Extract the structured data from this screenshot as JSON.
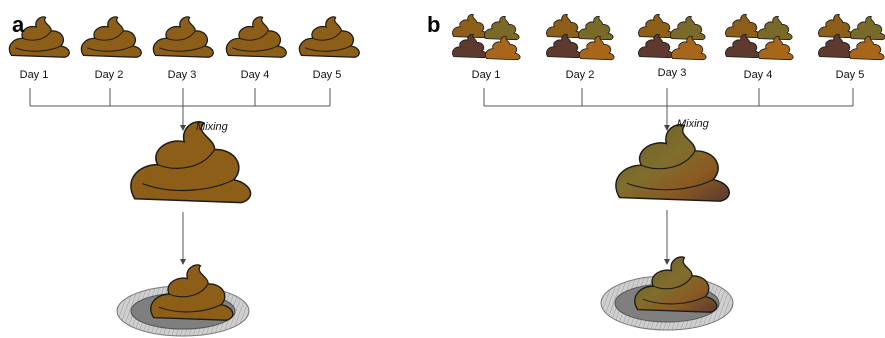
{
  "panels": [
    {
      "label": "a",
      "days": [
        "Day 1",
        "Day 2",
        "Day 3",
        "Day 4",
        "Day 5"
      ],
      "mix_label": "Mixing"
    },
    {
      "label": "b",
      "days": [
        "Day 1",
        "Day 2",
        "Day 3",
        "Day 4",
        "Day 5"
      ],
      "mix_label": "Mixing"
    }
  ],
  "colors": {
    "stool_brown": "#8c5e18",
    "stool_olive": "#7a6a2a",
    "stool_dark": "#5e3a2e",
    "stool_orange": "#a8661a",
    "outline": "#1a1a1a",
    "dish_rim": "#b9b9b9",
    "dish_inner": "#7f7f7f",
    "connector": "#555555"
  }
}
